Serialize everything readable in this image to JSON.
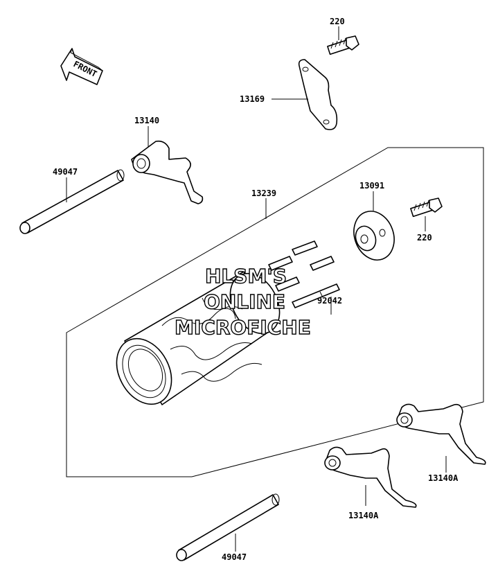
{
  "front_arrow": {
    "label": "FRONT"
  },
  "labels": {
    "bolt_top": "220",
    "bracket": "13169",
    "fork_top": "13140",
    "shaft_top": "49047",
    "drum_assy": "13239",
    "plate": "13091",
    "bolt_right": "220",
    "pins": "92042",
    "fork_right": "13140A",
    "fork_bottom": "13140A",
    "shaft_bottom": "49047"
  },
  "watermark": {
    "line1": "HLSM'S",
    "line2": "ONLINE",
    "line3": "MICROFICHE"
  }
}
